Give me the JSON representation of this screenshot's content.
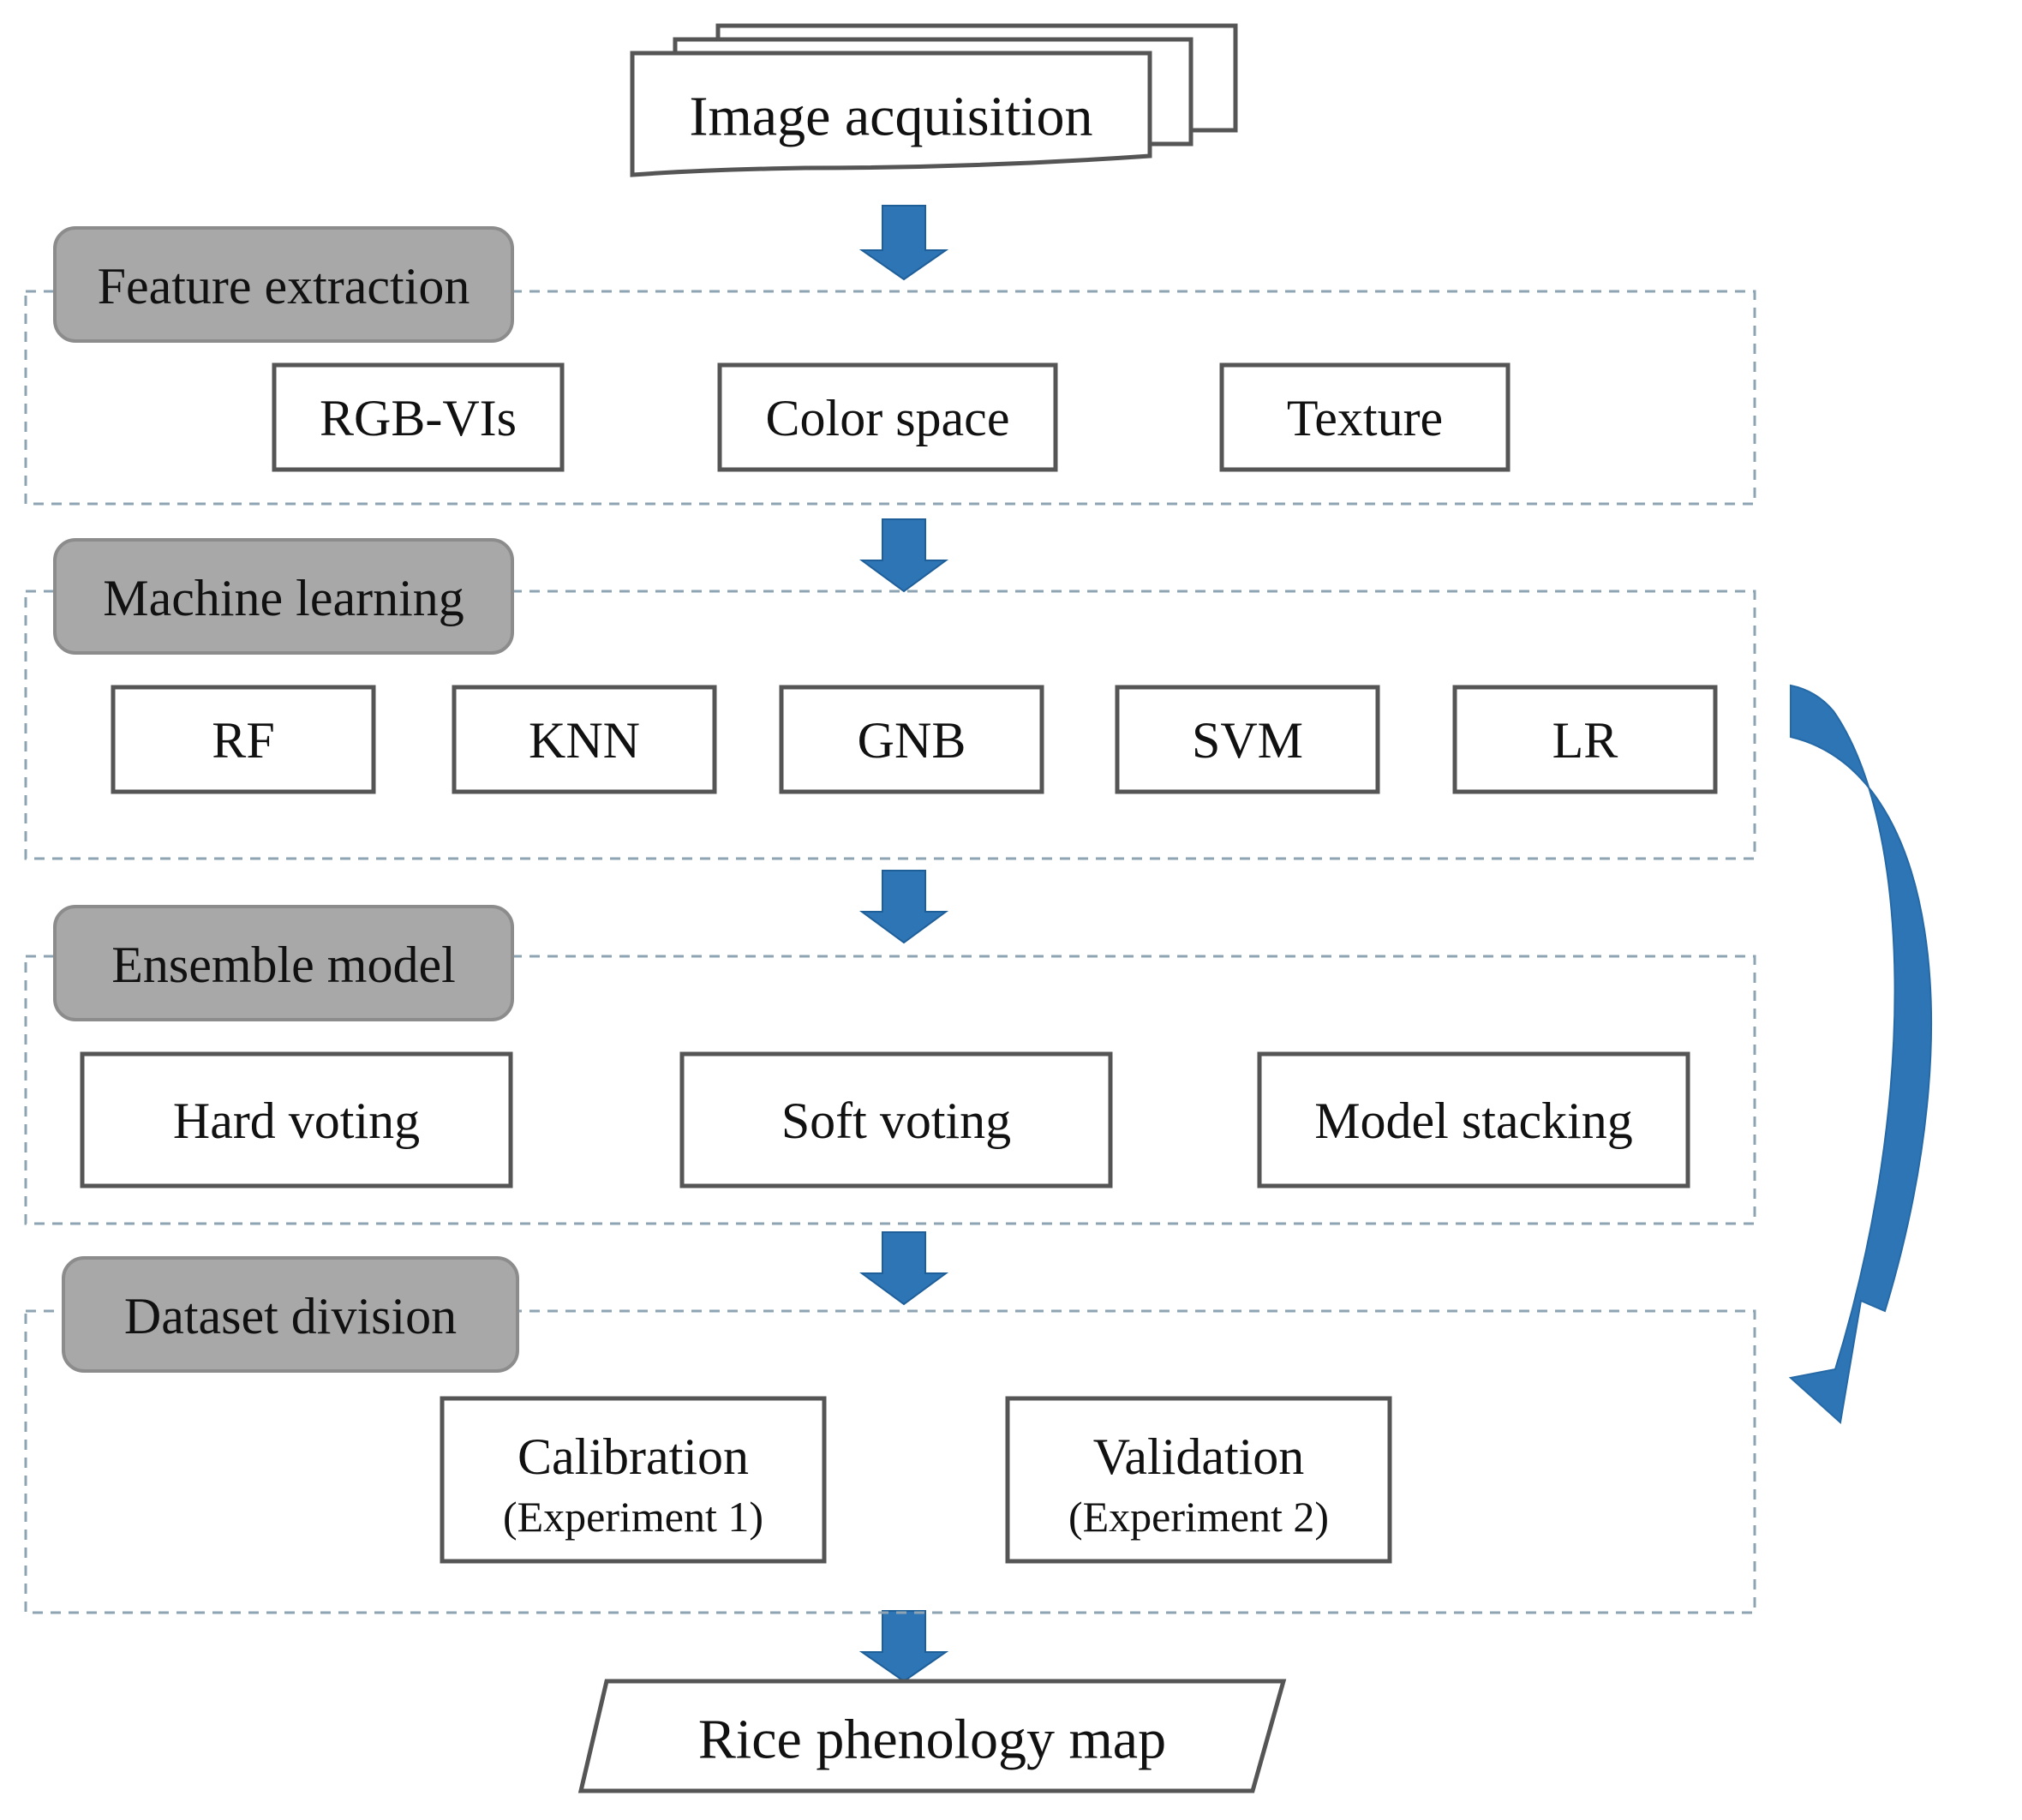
{
  "start_node": {
    "label": "Image acquisition"
  },
  "sections": {
    "feature_extraction": {
      "title": "Feature extraction",
      "items": [
        "RGB-VIs",
        "Color space",
        "Texture"
      ]
    },
    "machine_learning": {
      "title": "Machine learning",
      "items": [
        "RF",
        "KNN",
        "GNB",
        "SVM",
        "LR"
      ]
    },
    "ensemble_model": {
      "title": "Ensemble model",
      "items": [
        "Hard voting",
        "Soft voting",
        "Model stacking"
      ]
    },
    "dataset_division": {
      "title": "Dataset division",
      "items": [
        {
          "label": "Calibration",
          "sub": "(Experiment 1)"
        },
        {
          "label": "Validation",
          "sub": "(Experiment 2)"
        }
      ]
    }
  },
  "end_node": {
    "label": "Rice phenology map"
  },
  "colors": {
    "arrow": "#2e75b6",
    "header_fill": "#a8a8a8",
    "section_border": "#8ea4b3",
    "box_border": "#555555"
  }
}
